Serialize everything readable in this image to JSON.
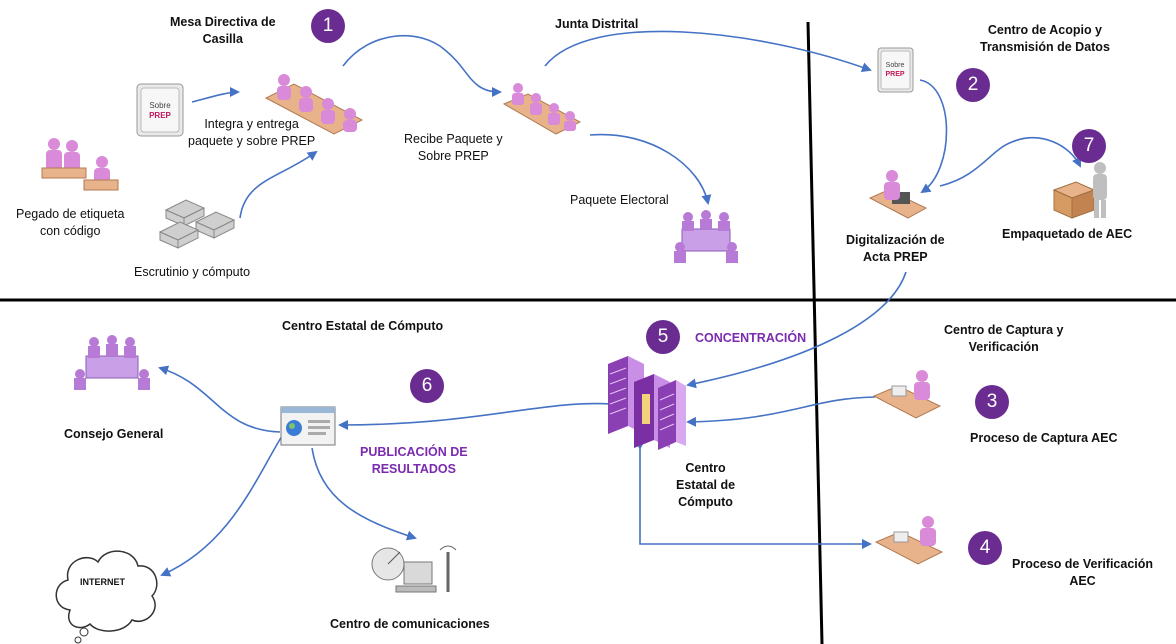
{
  "labels": {
    "mesa_directiva": "Mesa Directiva de\nCasilla",
    "junta_distrital": "Junta Distrital",
    "centro_acopio": "Centro de Acopio y\nTransmisión de Datos",
    "integra_entrega": "Integra y entrega\npaquete y sobre PREP",
    "recibe_paquete": "Recibe Paquete y\nSobre PREP",
    "paquete_electoral": "Paquete Electoral",
    "pegado_etiqueta": "Pegado de etiqueta\ncon código",
    "escrutinio": "Escrutinio y cómputo",
    "digitalizacion": "Digitalización de\nActa PREP",
    "empaquetado": "Empaquetado de AEC",
    "centro_estatal_title": "Centro Estatal de Cómputo",
    "concentracion": "CONCENTRACIÓN",
    "centro_captura": "Centro de Captura y\nVerificación",
    "consejo_general": "Consejo General",
    "publicacion": "PUBLICACIÓN DE\nRESULTADOS",
    "centro_estatal_node": "Centro\nEstatal de\nCómputo",
    "proceso_captura": "Proceso de Captura AEC",
    "proceso_verificacion": "Proceso de Verificación\nAEC",
    "internet": "INTERNET",
    "centro_comunicaciones": "Centro de comunicaciones",
    "sobre_text_top": "Sobre",
    "sobre_text_bottom": "PREP"
  },
  "badges": {
    "b1": "1",
    "b2": "2",
    "b3": "3",
    "b4": "4",
    "b5": "5",
    "b6": "6",
    "b7": "7"
  },
  "colors": {
    "arrow": "#4472c4",
    "badge": "#6a2c91",
    "person": "#d98ad8",
    "desk": "#e8b38a",
    "divider": "#000000",
    "accent_text": "#7a2bb0"
  }
}
